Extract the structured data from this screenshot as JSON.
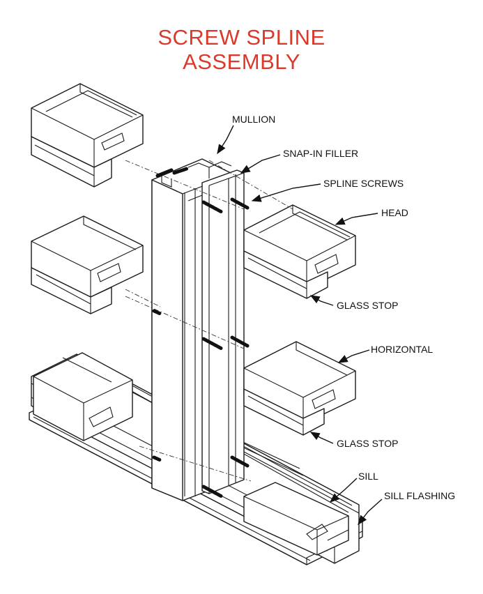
{
  "title": {
    "line1": "SCREW SPLINE",
    "line2": "ASSEMBLY"
  },
  "labels": {
    "mullion": "MULLION",
    "snap_in_filler": "SNAP-IN FILLER",
    "spline_screws": "SPLINE SCREWS",
    "head": "HEAD",
    "glass_stop_upper": "GLASS STOP",
    "horizontal": "HORIZONTAL",
    "glass_stop_lower": "GLASS STOP",
    "sill": "SILL",
    "sill_flashing": "SILL FLASHING"
  },
  "colors": {
    "title": "#d93a2b",
    "linework": "#1a1a1a"
  }
}
